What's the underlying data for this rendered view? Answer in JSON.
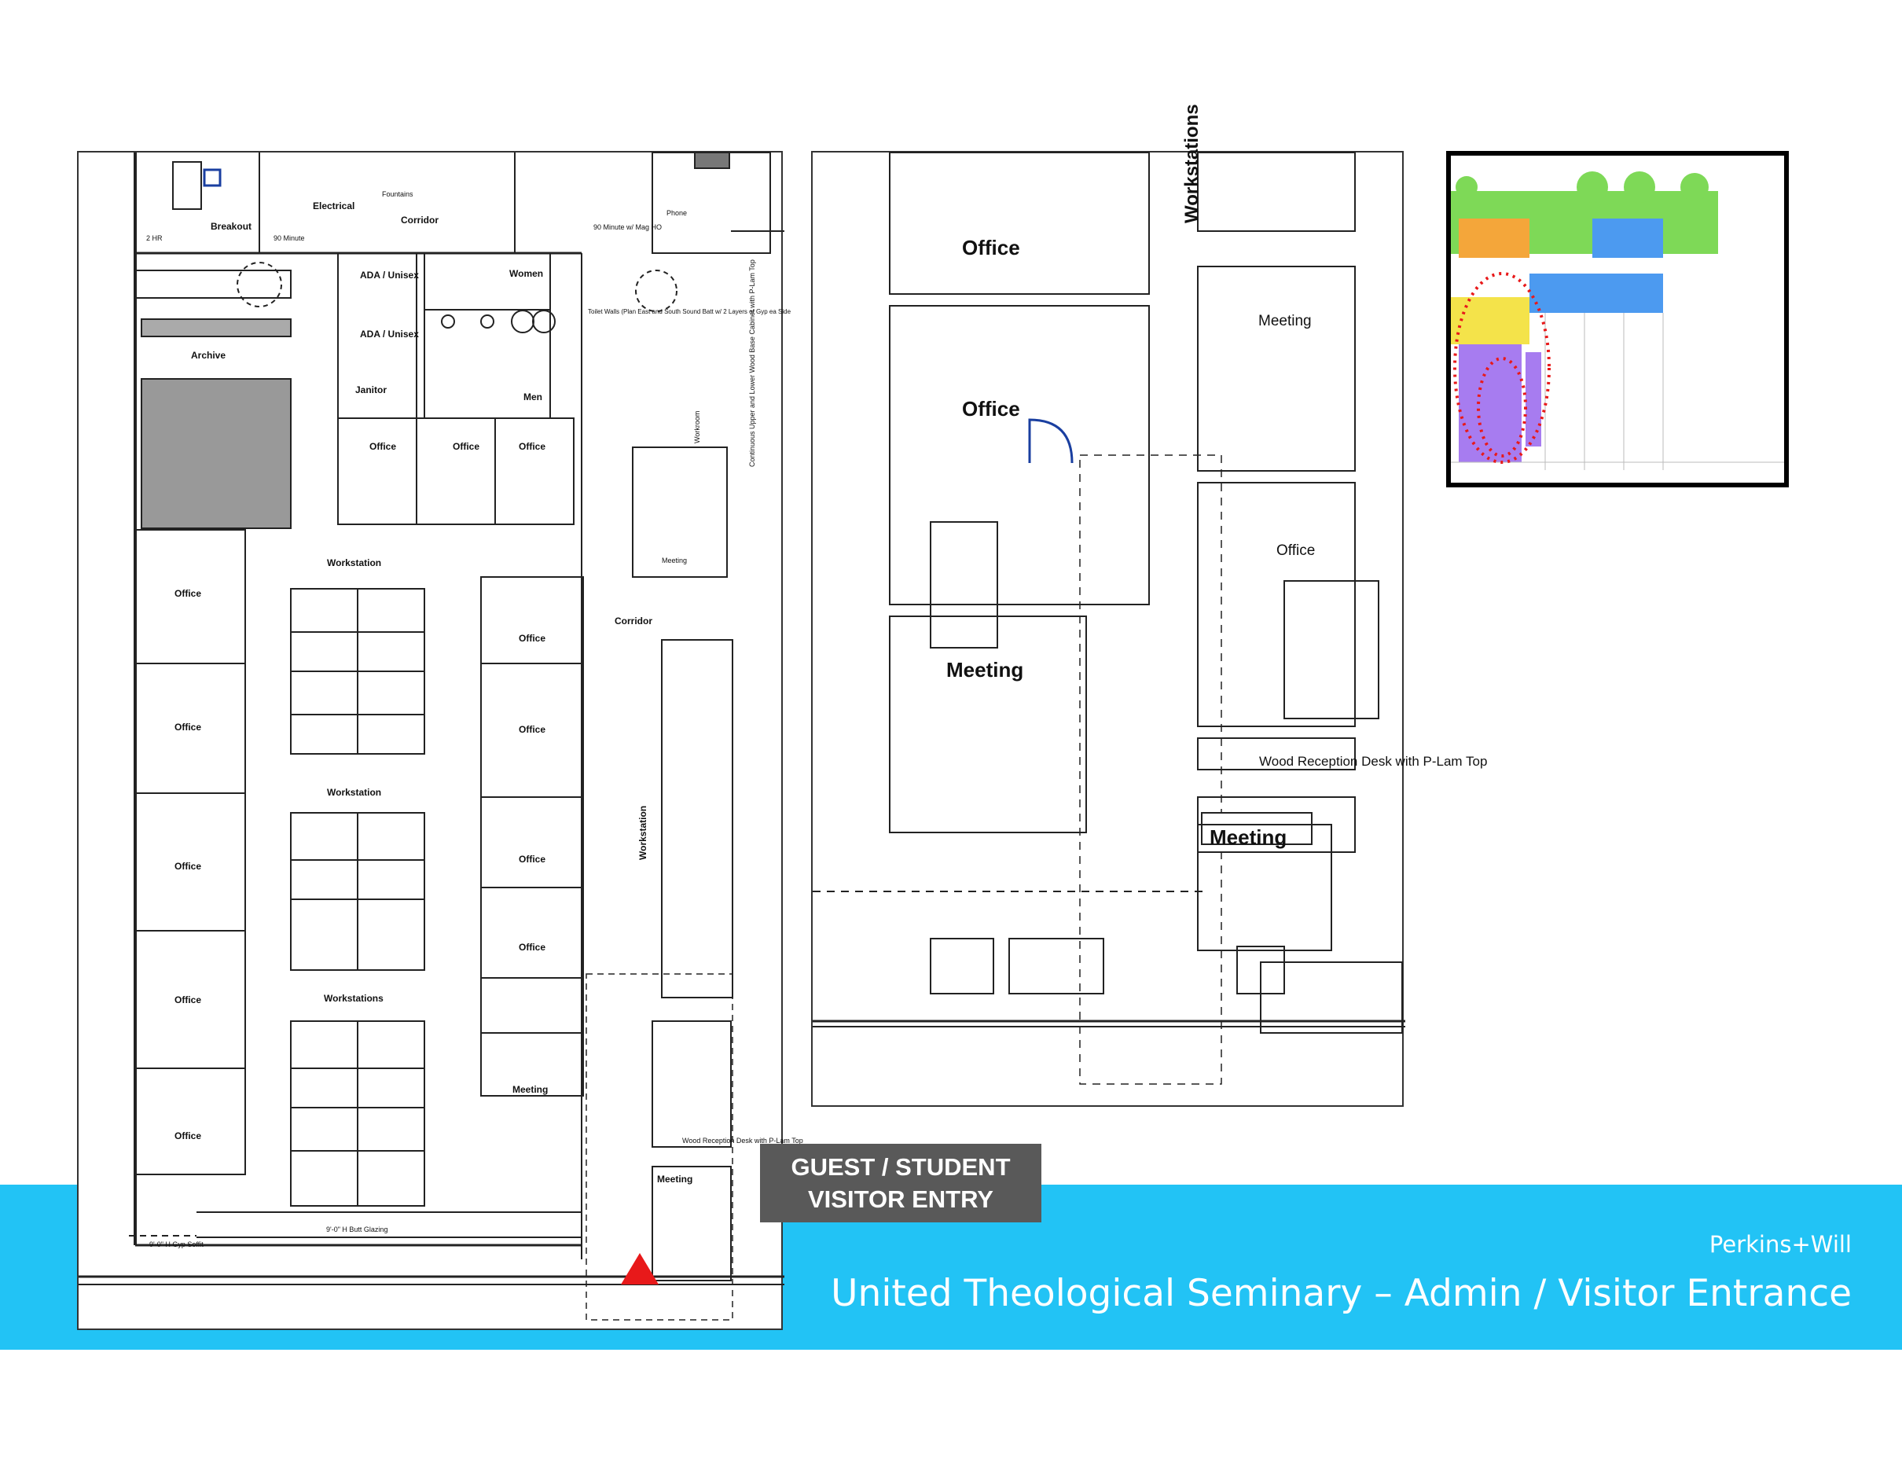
{
  "colors": {
    "band": "#22C3F5",
    "tag": "#595959",
    "arrow": "#E8191A",
    "key_outline": "#E8191A"
  },
  "slide": {
    "firm": "Perkins+Will",
    "title": "United Theological Seminary – Admin / Visitor Entrance",
    "entry_tag": [
      "GUEST / STUDENT",
      "VISITOR ENTRY"
    ]
  },
  "plan_left": {
    "labels": {
      "breakout": "Breakout",
      "electrical": "Electrical",
      "corridor_top": "Corridor",
      "fountains": "Fountains",
      "phone": "Phone",
      "two_hr": "2 HR",
      "ninety_minute": "90 Minute",
      "ninety_mag": "90 Minute w/ Mag HO",
      "ada": "ADA / Unisex",
      "janitor": "Janitor",
      "women": "Women",
      "men": "Men",
      "archive": "Archive",
      "toilet_walls": "Toilet Walls (Plan East and South Sound Batt w/ 2 Layers of Gyp ea Side",
      "workroom": "Workroom",
      "cabinets_note": "Continuous Upper and Lower Wood Base Cabinet with P-Lam Top",
      "office": "Office",
      "workstation": "Workstation",
      "workstations": "Workstations",
      "meeting": "Meeting",
      "corridor": "Corridor",
      "glazing": "9'-0\" H Butt Glazing",
      "gyp_soffit": "9'-0\" H Gyp Soffit",
      "reception": "Wood Reception Desk with P-Lam Top"
    }
  },
  "plan_mid": {
    "labels": {
      "office": "Office",
      "meeting": "Meeting",
      "workstations": "Workstations",
      "reception": "Wood Reception Desk with P-Lam Top"
    }
  },
  "keymap": {
    "zones": [
      "green",
      "orange",
      "blue",
      "purple",
      "yellow"
    ]
  }
}
